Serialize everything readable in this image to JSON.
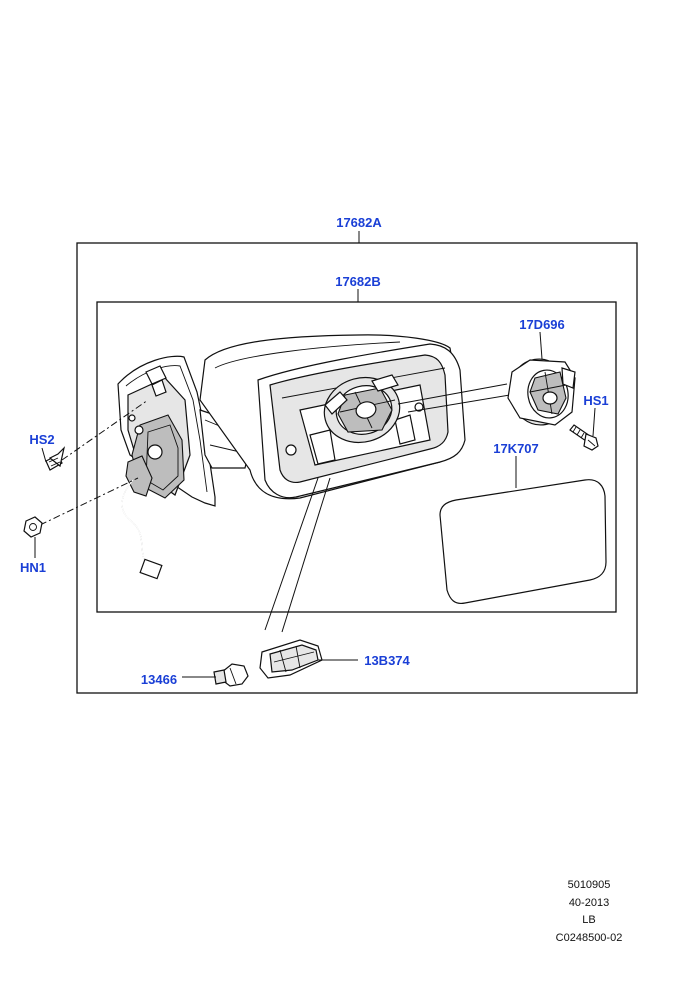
{
  "labels": {
    "outer_assembly": "17682A",
    "inner_assembly": "17682B",
    "actuator": "17D696",
    "actuator_screw": "HS1",
    "mirror_glass": "17K707",
    "screw_left": "HS2",
    "nut_left": "HN1",
    "bulb": "13466",
    "indicator_lamp": "13B374"
  },
  "footer": {
    "line1": "5010905",
    "line2": "40-2013",
    "line3": "LB",
    "line4": "C0248500-02"
  },
  "colors": {
    "callout_text": "#1a3fd6",
    "line_art": "#111111"
  }
}
